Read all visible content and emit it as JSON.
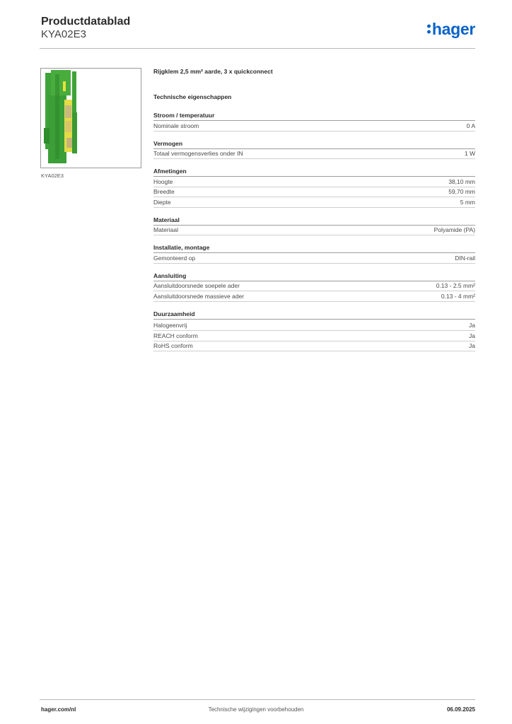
{
  "header": {
    "title": "Productdatablad",
    "code": "KYA02E3",
    "logo_text": "hager",
    "brand_color": "#0a63c9"
  },
  "product": {
    "image_caption": "KYA02E3",
    "image_colors": {
      "body": "#3ea33a",
      "stripe": "#e8e23a",
      "accent": "#c7b27a"
    },
    "description": "Rijgklem 2,5 mm² aarde, 3 x quickconnect"
  },
  "tech_title": "Technische eigenschappen",
  "sections": [
    {
      "title": "Stroom / temperatuur",
      "rows": [
        {
          "label": "Nominale stroom",
          "value": "0 A"
        }
      ]
    },
    {
      "title": "Vermogen",
      "rows": [
        {
          "label": "Totaal vermogensverlies onder IN",
          "value": "1 W"
        }
      ]
    },
    {
      "title": "Afmetingen",
      "rows": [
        {
          "label": "Hoogte",
          "value": "38,10 mm"
        },
        {
          "label": "Breedte",
          "value": "59,70 mm"
        },
        {
          "label": "Diepte",
          "value": "5 mm"
        }
      ]
    },
    {
      "title": "Materiaal",
      "rows": [
        {
          "label": "Materiaal",
          "value": "Polyamide (PA)"
        }
      ]
    },
    {
      "title": "Installatie, montage",
      "rows": [
        {
          "label": "Gemonteerd op",
          "value": "DIN-rail"
        }
      ]
    },
    {
      "title": "Aansluiting",
      "rows": [
        {
          "label": "Aansluitdoorsnede soepele ader",
          "value": "0.13 - 2.5 mm²"
        },
        {
          "label": "Aansluitdoorsnede massieve ader",
          "value": "0.13 - 4 mm²"
        }
      ]
    },
    {
      "title": "Duurzaamheid",
      "rows": [
        {
          "label": "Halogeenvrij",
          "value": "Ja"
        },
        {
          "label": "REACH conform",
          "value": "Ja"
        },
        {
          "label": "RoHS conform",
          "value": "Ja"
        }
      ]
    }
  ],
  "footer": {
    "website": "hager.com/nl",
    "notice": "Technische wijzigingen voorbehouden",
    "date": "06.09.2025"
  }
}
